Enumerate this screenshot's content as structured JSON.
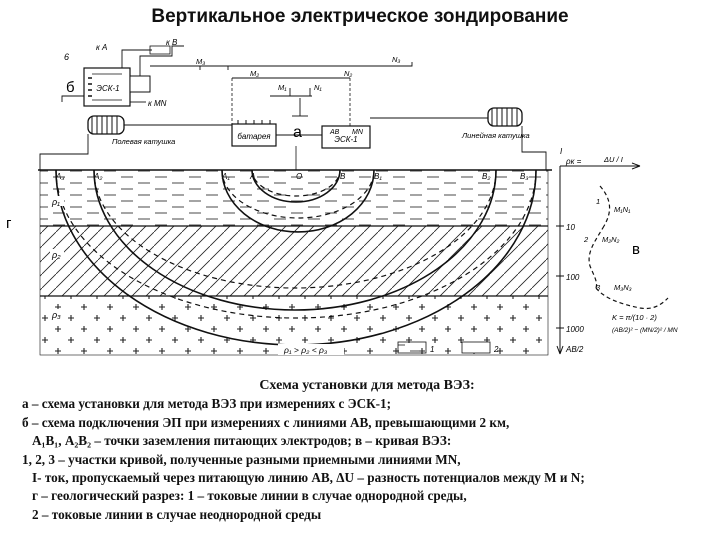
{
  "title": "Вертикальное электрическое зондирование",
  "panel_labels": {
    "a": "а",
    "b": "б",
    "v": "в",
    "g": "г"
  },
  "diagram_text": {
    "esk1_left": "ЭСК-1",
    "esk1_right": "ЭСК-1",
    "battery": "батарея",
    "coil_left": "Полевая катушка",
    "coil_right": "Линейная катушка",
    "kA": "к A",
    "kB": "к B",
    "kMN": "к MN",
    "six": "6",
    "AB": "AB",
    "MN": "MN",
    "M1": "M₁",
    "M2": "M₂",
    "M3": "M₃",
    "N1": "N₁",
    "N2": "N₂",
    "N3": "N₃",
    "ground_points": [
      "A₃",
      "A₂",
      "A₁",
      "A",
      "O",
      "B",
      "B₁",
      "B₂",
      "B₃"
    ],
    "layer_rho": [
      "ρ₁",
      "ρ₂",
      "ρ₃"
    ],
    "rho_relation": "ρ₁ > ρ₂ < ρ₃",
    "I": "I",
    "formula_rk": "ρк =",
    "formula_du": "ΔU / I",
    "formula_ab": "AB / 2",
    "scale_values": [
      "10",
      "100",
      "1000"
    ],
    "curve_points": [
      "1",
      "M₁N₁",
      "2",
      "M₂N₂",
      "3",
      "M₃N₃"
    ],
    "k_formula": "K = π/(10 · 2)",
    "k_frac": "(AB/2)² − (MN/2)² / MN",
    "axis_ab2": "AB/2",
    "legend_1": "1",
    "legend_2": "2"
  },
  "caption": {
    "title": "Схема установки для метода ВЭЗ:",
    "lines": [
      "а – схема установки для метода ВЭЗ при измерениях с ЭСК-1;",
      "б – схема подключения ЭП при измерениях с линиями АВ, превышающими 2 км,",
      "А₁В₁, А₂В₂ – точки заземления питающих электродов; в – кривая ВЭЗ:",
      "1, 2, 3 – участки кривой, полученные разными приемными линиями MN,",
      "I- ток, пропускаемый через питающую линию АВ, ΔU – разность потенциалов между M и N;",
      "г – геологический разрез: 1 – токовые линии в случае однородной среды,",
      "2 – токовые линии в случае неоднородной среды"
    ]
  }
}
